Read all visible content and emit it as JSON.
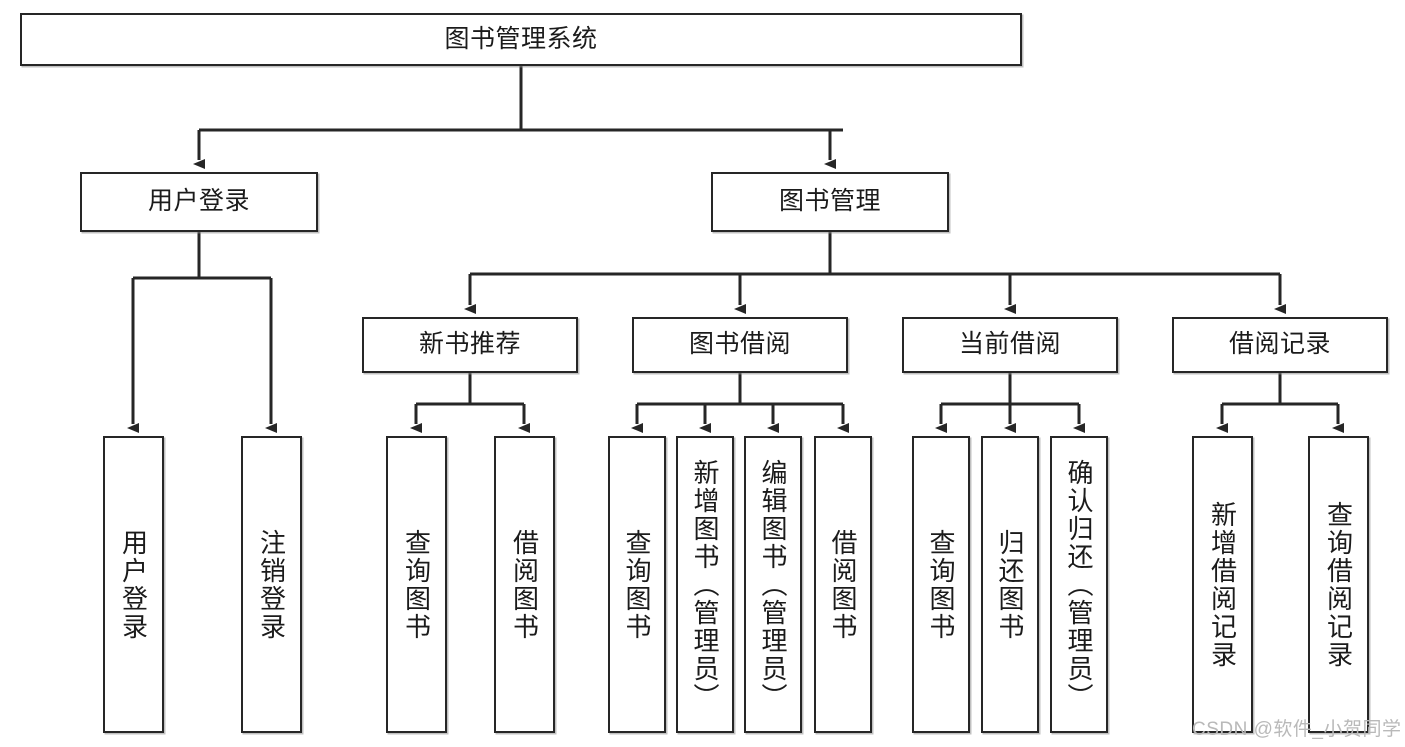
{
  "diagram": {
    "title": "图书管理系统",
    "type": "tree-hierarchy-chart",
    "watermark": "CSDN @软件_小贺同学",
    "colors": {
      "box_border": "#262626",
      "box_fill": "#ffffff",
      "edge": "#262626",
      "text": "#1b1b1b",
      "watermark": "#b9b9b9"
    },
    "levels": {
      "root": {
        "id": "root",
        "label": "图书管理系统",
        "orientation": "horizontal"
      },
      "level2": [
        {
          "id": "user-login",
          "label": "用户登录",
          "orientation": "horizontal"
        },
        {
          "id": "book-manage",
          "label": "图书管理",
          "orientation": "horizontal"
        }
      ],
      "level3": [
        {
          "id": "new-book-rec",
          "label": "新书推荐",
          "orientation": "horizontal",
          "parent": "book-manage"
        },
        {
          "id": "book-borrow",
          "label": "图书借阅",
          "orientation": "horizontal",
          "parent": "book-manage"
        },
        {
          "id": "current-borrow",
          "label": "当前借阅",
          "orientation": "horizontal",
          "parent": "book-manage"
        },
        {
          "id": "borrow-record",
          "label": "借阅记录",
          "orientation": "horizontal",
          "parent": "book-manage"
        }
      ],
      "leaves": [
        {
          "id": "leaf-user-login",
          "label": "用户登录",
          "orientation": "vertical",
          "parent": "user-login"
        },
        {
          "id": "leaf-logout",
          "label": "注销登录",
          "orientation": "vertical",
          "parent": "user-login"
        },
        {
          "id": "leaf-query-book-1",
          "label": "查询图书",
          "orientation": "vertical",
          "parent": "new-book-rec"
        },
        {
          "id": "leaf-borrow-book-1",
          "label": "借阅图书",
          "orientation": "vertical",
          "parent": "new-book-rec"
        },
        {
          "id": "leaf-query-book-2",
          "label": "查询图书",
          "orientation": "vertical",
          "parent": "book-borrow"
        },
        {
          "id": "leaf-add-book",
          "label": "新增图书（管理员）",
          "orientation": "vertical",
          "parent": "book-borrow"
        },
        {
          "id": "leaf-edit-book",
          "label": "编辑图书（管理员）",
          "orientation": "vertical",
          "parent": "book-borrow"
        },
        {
          "id": "leaf-borrow-book-2",
          "label": "借阅图书",
          "orientation": "vertical",
          "parent": "book-borrow"
        },
        {
          "id": "leaf-query-book-3",
          "label": "查询图书",
          "orientation": "vertical",
          "parent": "current-borrow"
        },
        {
          "id": "leaf-return-book",
          "label": "归还图书",
          "orientation": "vertical",
          "parent": "current-borrow"
        },
        {
          "id": "leaf-confirm-return",
          "label": "确认归还（管理员）",
          "orientation": "vertical",
          "parent": "current-borrow"
        },
        {
          "id": "leaf-add-record",
          "label": "新增借阅记录",
          "orientation": "vertical",
          "parent": "borrow-record"
        },
        {
          "id": "leaf-query-record",
          "label": "查询借阅记录",
          "orientation": "vertical",
          "parent": "borrow-record"
        }
      ]
    }
  }
}
